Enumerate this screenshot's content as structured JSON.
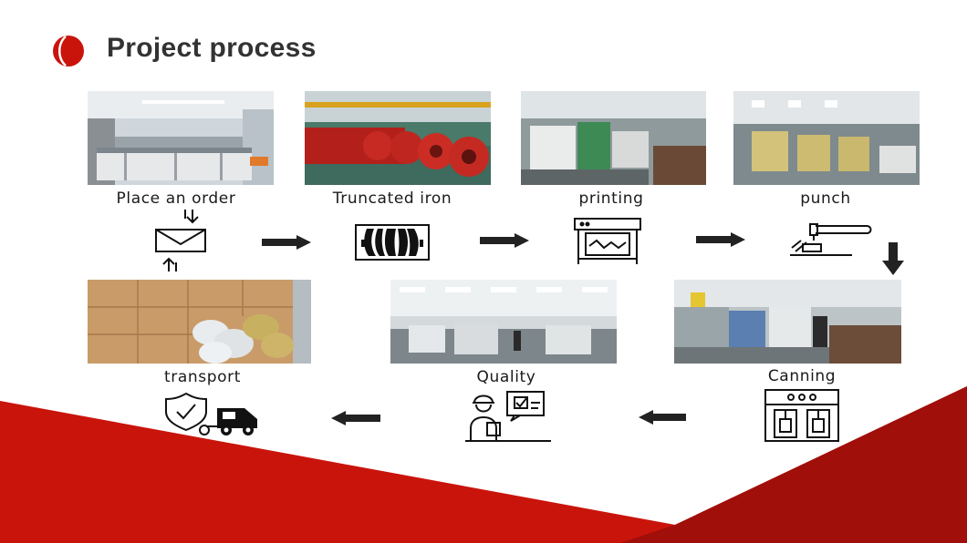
{
  "title": "Project process",
  "colors": {
    "accent": "#c9140c",
    "accent_dark": "#8e0d08",
    "text": "#333333"
  },
  "steps": [
    {
      "label": "Place an order",
      "icon": "envelope-order-icon",
      "photo": "office-photo"
    },
    {
      "label": "Truncated iron",
      "icon": "steel-coil-icon",
      "photo": "steel-coils-photo"
    },
    {
      "label": "printing",
      "icon": "printer-icon",
      "photo": "printing-line-photo"
    },
    {
      "label": "punch",
      "icon": "punch-machine-icon",
      "photo": "punch-workshop-photo"
    },
    {
      "label": "Canning",
      "icon": "canning-machine-icon",
      "photo": "canning-line-photo"
    },
    {
      "label": "Quality",
      "icon": "quality-inspector-icon",
      "photo": "quality-workshop-photo"
    },
    {
      "label": "transport",
      "icon": "delivery-truck-icon",
      "photo": "packed-goods-photo"
    }
  ]
}
